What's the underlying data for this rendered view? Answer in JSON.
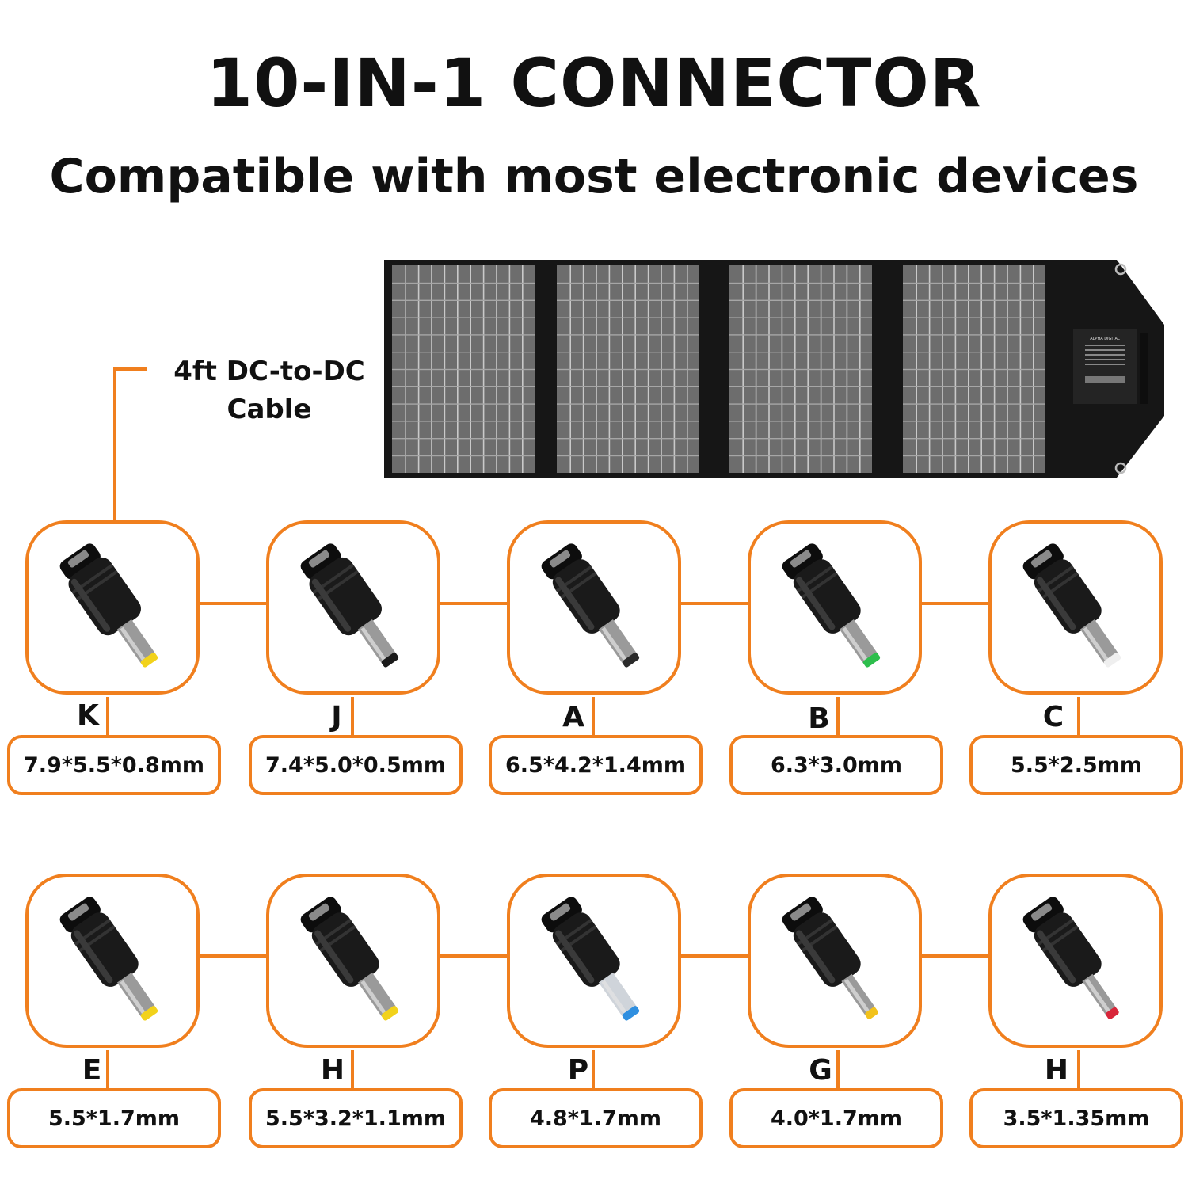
{
  "title": "10-IN-1 CONNECTOR",
  "subtitle": "Compatible with most electronic devices",
  "cable_label_line1": "4ft DC-to-DC",
  "cable_label_line2": "Cable",
  "accent_color": "#F07F1E",
  "panel_label": "ALPHA DIGITAL",
  "connectors_row1": [
    {
      "letter": "K",
      "size": "7.9*5.5*0.8mm",
      "tip_color": "#F2D21B"
    },
    {
      "letter": "J",
      "size": "7.4*5.0*0.5mm",
      "tip_color": "#1a1a1a"
    },
    {
      "letter": "A",
      "size": "6.5*4.2*1.4mm",
      "tip_color": "#2a2a2a"
    },
    {
      "letter": "B",
      "size": "6.3*3.0mm",
      "tip_color": "#2DBE4C"
    },
    {
      "letter": "C",
      "size": "5.5*2.5mm",
      "tip_color": "#EFEFEF"
    }
  ],
  "connectors_row2": [
    {
      "letter": "E",
      "size": "5.5*1.7mm",
      "tip_color": "#F2D21B"
    },
    {
      "letter": "H",
      "size": "5.5*3.2*1.1mm",
      "tip_color": "#F2D21B"
    },
    {
      "letter": "P",
      "size": "4.8*1.7mm",
      "tip_color": "#2F8FE0"
    },
    {
      "letter": "G",
      "size": "4.0*1.7mm",
      "tip_color": "#F2C21B"
    },
    {
      "letter": "H",
      "size": "3.5*1.35mm",
      "tip_color": "#D8263A"
    }
  ]
}
